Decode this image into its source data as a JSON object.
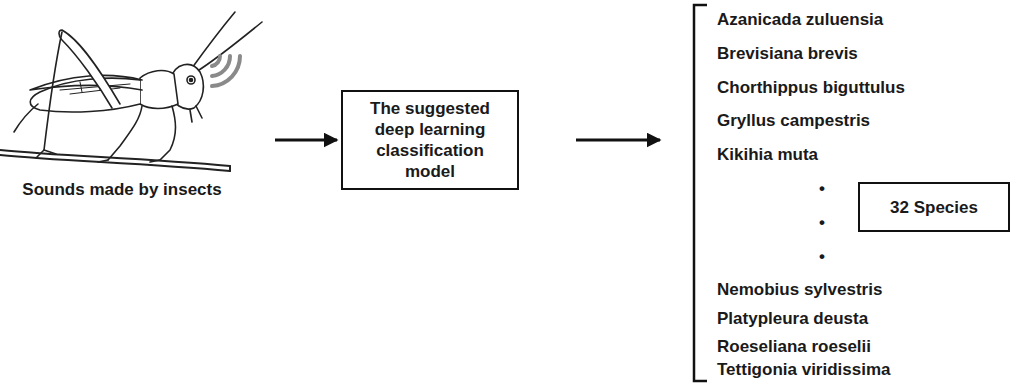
{
  "diagram": {
    "nodes": [
      {
        "text": [
          "The suggested deep learning classification model"
        ]
      },
      {
        "text": [
          "32 Species"
        ]
      }
    ],
    "labels": [
      "Sounds made by insects",
      "Azanicada zuluensia",
      "Brevisiana brevis",
      "Chorthippus biguttulus",
      "Gryllus campestris",
      "Kikihia muta",
      "•",
      "•",
      "•",
      "Nemobius sylvestris",
      "Platypleura deusta",
      "Roeseliana roeselii",
      "Tettigonia viridissima"
    ]
  }
}
